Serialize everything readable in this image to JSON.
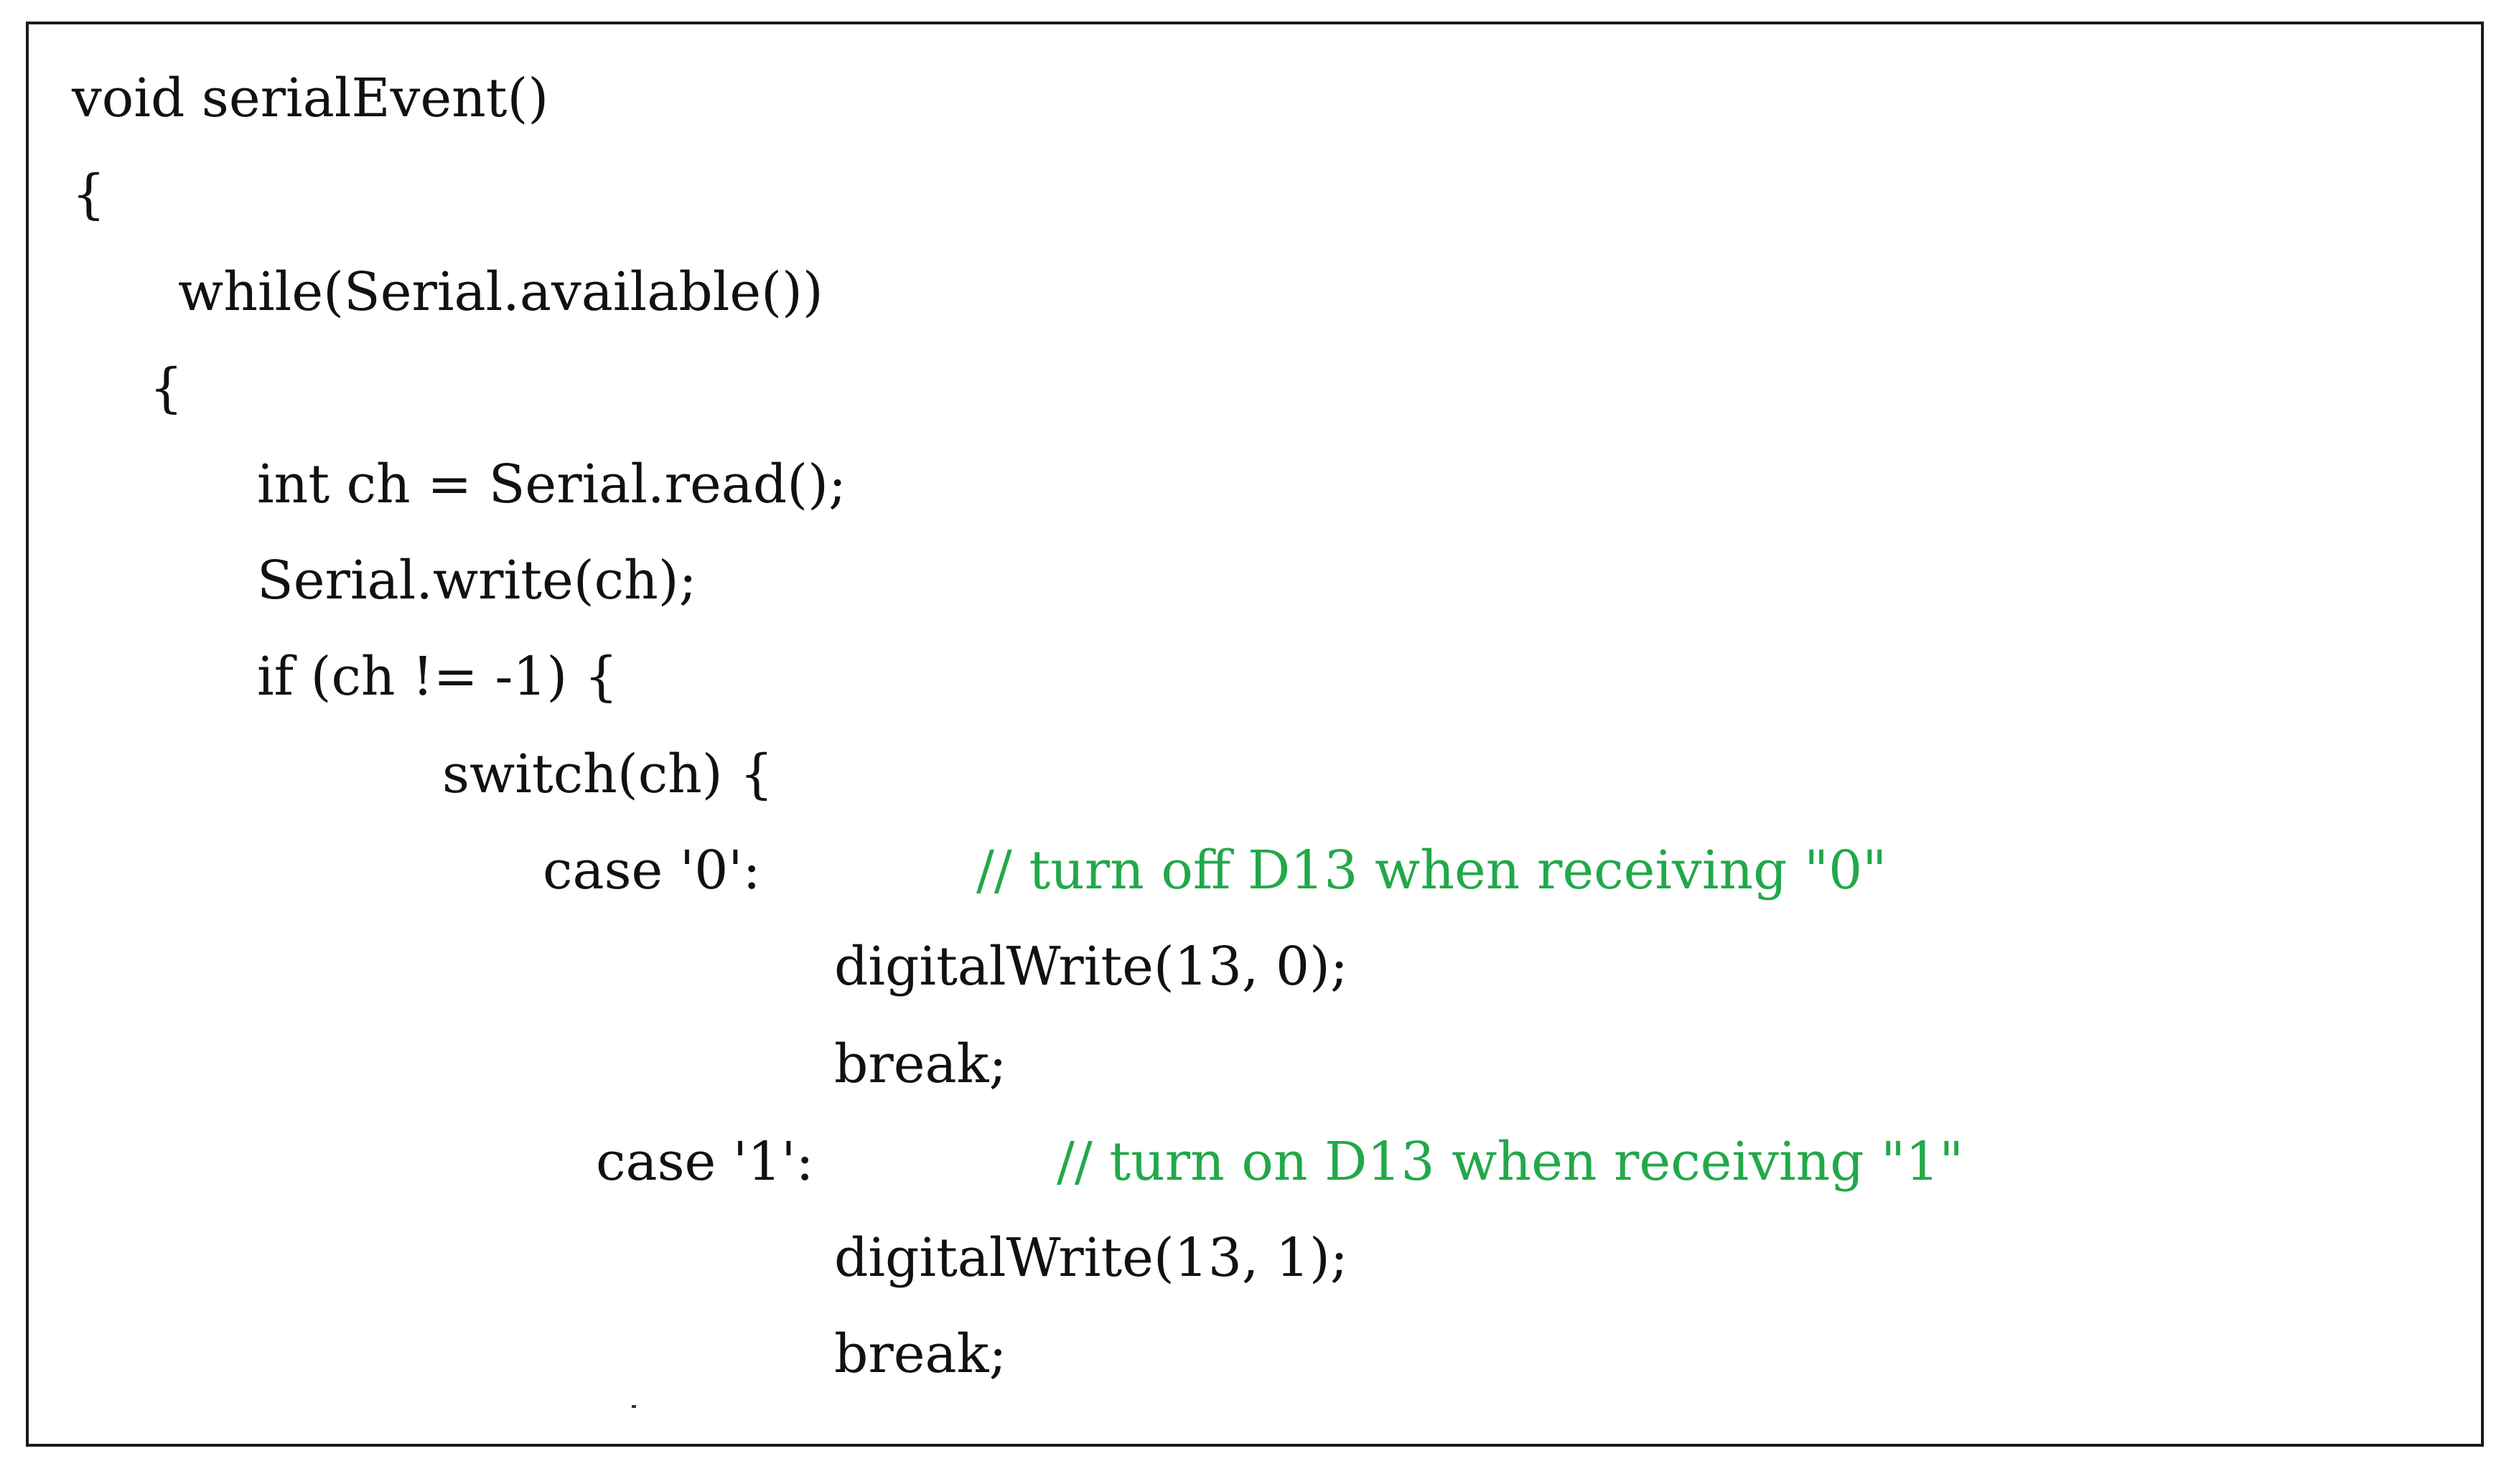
{
  "colors": {
    "text": "#111111",
    "comment": "#22a849",
    "border": "#1a1a1a"
  },
  "code": {
    "lines": [
      "void serialEvent()",
      "{",
      "while(Serial.available())",
      "{",
      "int ch = Serial.read();",
      "Serial.write(ch);",
      "if (ch != -1) {",
      "switch(ch) {",
      "case '0':",
      "digitalWrite(13, 0);",
      "break;",
      "case '1':",
      "digitalWrite(13, 1);",
      "break;"
    ],
    "comments": [
      "// turn off D13 when receiving \"0\"",
      "// turn on D13 when receiving \"1\""
    ]
  }
}
